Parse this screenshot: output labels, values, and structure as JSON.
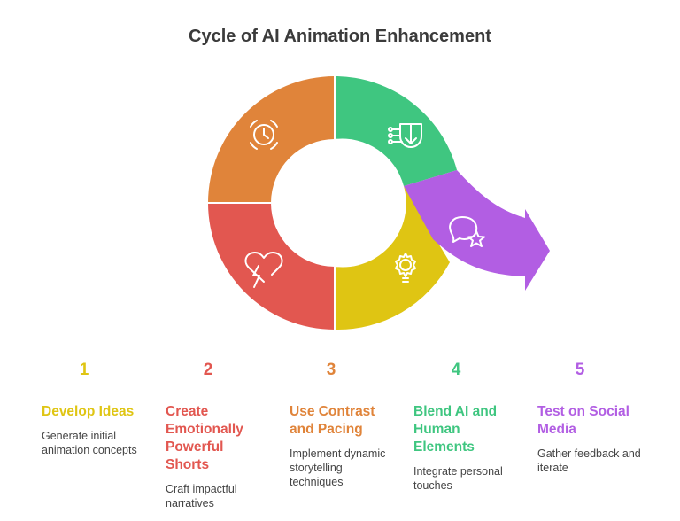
{
  "title": "Cycle of AI Animation Enhancement",
  "colors": {
    "develop": "#dfc513",
    "create": "#e25750",
    "contrast": "#e0843a",
    "blend": "#3fc680",
    "test": "#b25ee3"
  },
  "icons": [
    "clock-icon",
    "circuit-shield-icon",
    "chat-star-icon",
    "lightbulb-gear-icon",
    "heart-lightning-icon"
  ],
  "steps": [
    {
      "number": "1",
      "title": "Develop Ideas",
      "description": "Generate initial animation concepts"
    },
    {
      "number": "2",
      "title": "Create Emotionally Powerful Shorts",
      "description": "Craft impactful narratives"
    },
    {
      "number": "3",
      "title": "Use Contrast and Pacing",
      "description": "Implement dynamic storytelling techniques"
    },
    {
      "number": "4",
      "title": "Blend AI and Human Elements",
      "description": "Integrate personal touches"
    },
    {
      "number": "5",
      "title": "Test on Social Media",
      "description": "Gather feedback and iterate"
    }
  ]
}
